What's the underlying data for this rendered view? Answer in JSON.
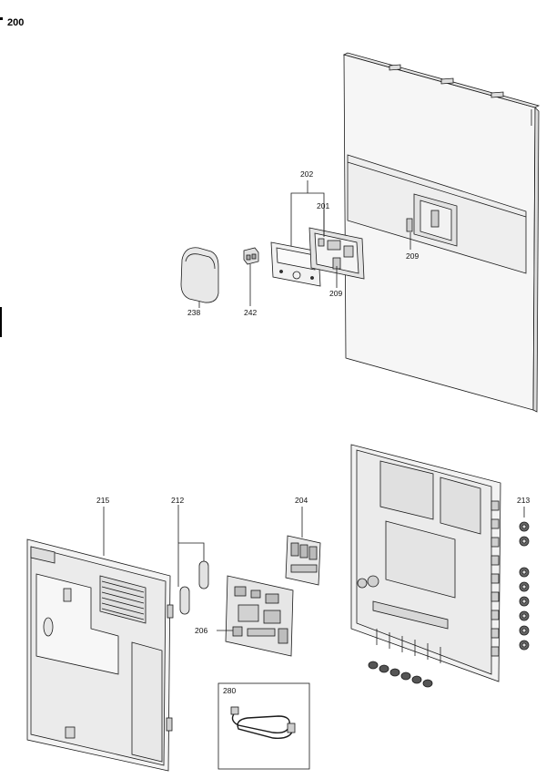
{
  "page": {
    "title": "200"
  },
  "labels": {
    "p202": "202",
    "p201": "201",
    "p209a": "209",
    "p209b": "209",
    "p238": "238",
    "p242": "242",
    "p215": "215",
    "p212": "212",
    "p204": "204",
    "p213": "213",
    "p206": "206",
    "p280": "280"
  },
  "colors": {
    "line": "#1a1a1a",
    "shade": "#d9d9d9",
    "fill": "#f4f4f4"
  }
}
